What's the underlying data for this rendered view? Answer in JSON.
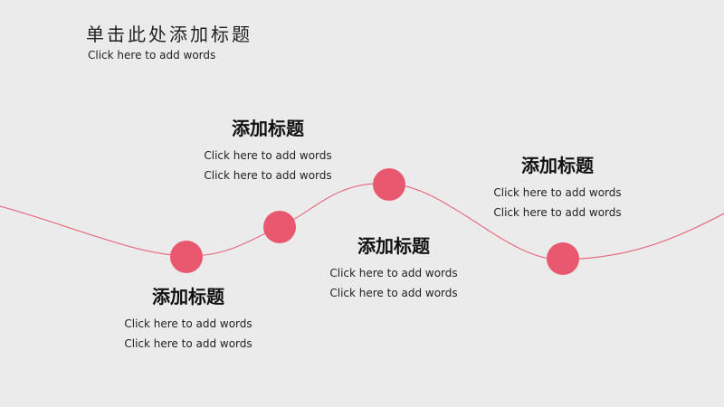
{
  "header": {
    "title": "单击此处添加标题",
    "subtitle": "Click here to add words"
  },
  "colors": {
    "accent": "#e8586f",
    "background": "#ebebeb"
  },
  "items": [
    {
      "title": "添加标题",
      "line1": "Click here to add words",
      "line2": "Click here to add words"
    },
    {
      "title": "添加标题",
      "line1": "Click here to add words",
      "line2": "Click here to add words"
    },
    {
      "title": "添加标题",
      "line1": "Click here to add words",
      "line2": "Click here to add words"
    },
    {
      "title": "添加标题",
      "line1": "Click here to add words",
      "line2": "Click here to add words"
    }
  ]
}
